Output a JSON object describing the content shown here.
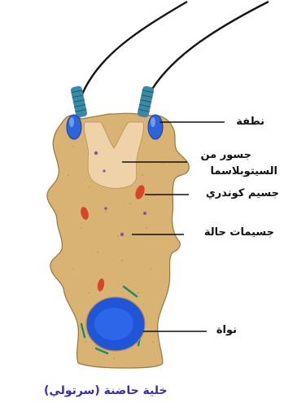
{
  "labels": {
    "spermatid": "نطفة",
    "bridge_line1": "جسور من",
    "bridge_line2": "السيتوبلاسما",
    "mitochondrion": "جسيم كوندري",
    "lysosome": "جسيمات حالة",
    "nucleus": "نواة"
  },
  "caption": "خلية حاضنة (سرتولي)",
  "colors": {
    "cytoplasm": "#d8b373",
    "cytoplasm_outline": "#9a7640",
    "bridge": "#f0d2a8",
    "sperm_head": "#2f64d8",
    "sperm_midpiece": "#3a8aa6",
    "tail": "#151515",
    "nucleus": "#1f55d6",
    "mitochondria": "#d8442a",
    "granules": "#1f8a5c",
    "lysosome": "#7a5a9a",
    "caption": "#3a2fa0"
  }
}
